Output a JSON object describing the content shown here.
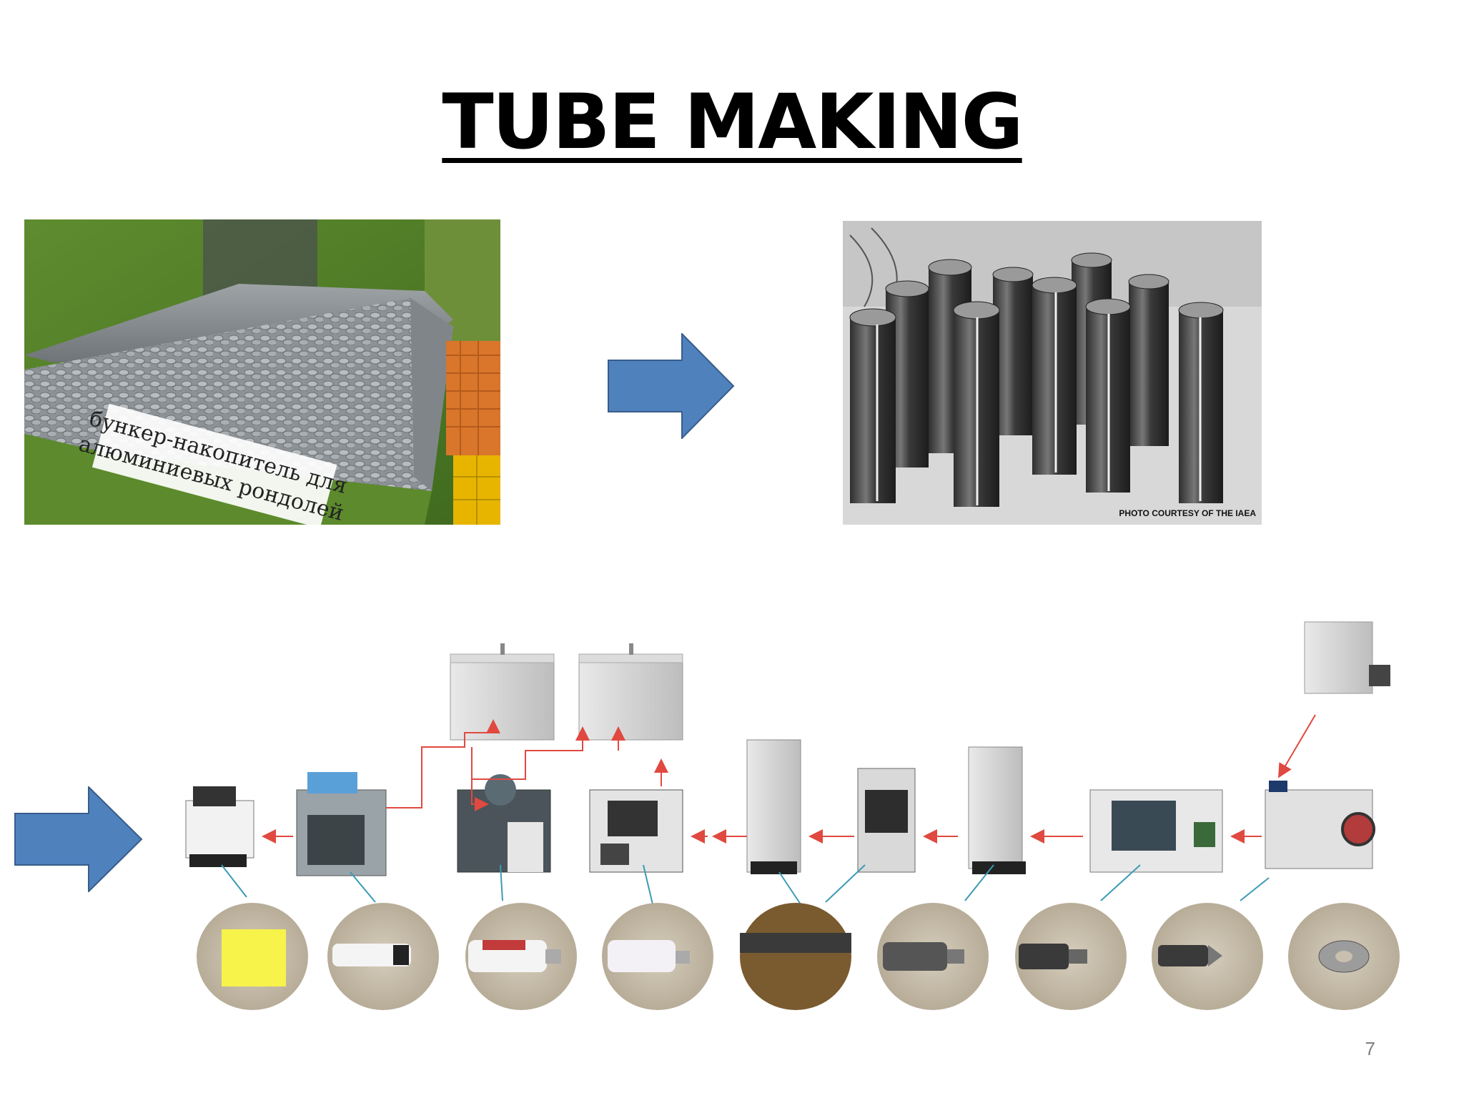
{
  "slide": {
    "title": "TUBE MAKING",
    "page_number": "7"
  },
  "photos": {
    "hopper_sign_line1": "бункер-накопитель для",
    "hopper_sign_line2": "алюминиевых рондолей",
    "hopper_credit": "…",
    "tubes_credit": "PHOTO COURTESY OF THE IAEA"
  },
  "colors": {
    "arrow_fill": "#4f81bd",
    "arrow_stroke": "#385d8a",
    "flow_arrow": "#e0493f",
    "leader_line": "#3c9ab5"
  },
  "icons": [
    "right-arrow-icon"
  ]
}
